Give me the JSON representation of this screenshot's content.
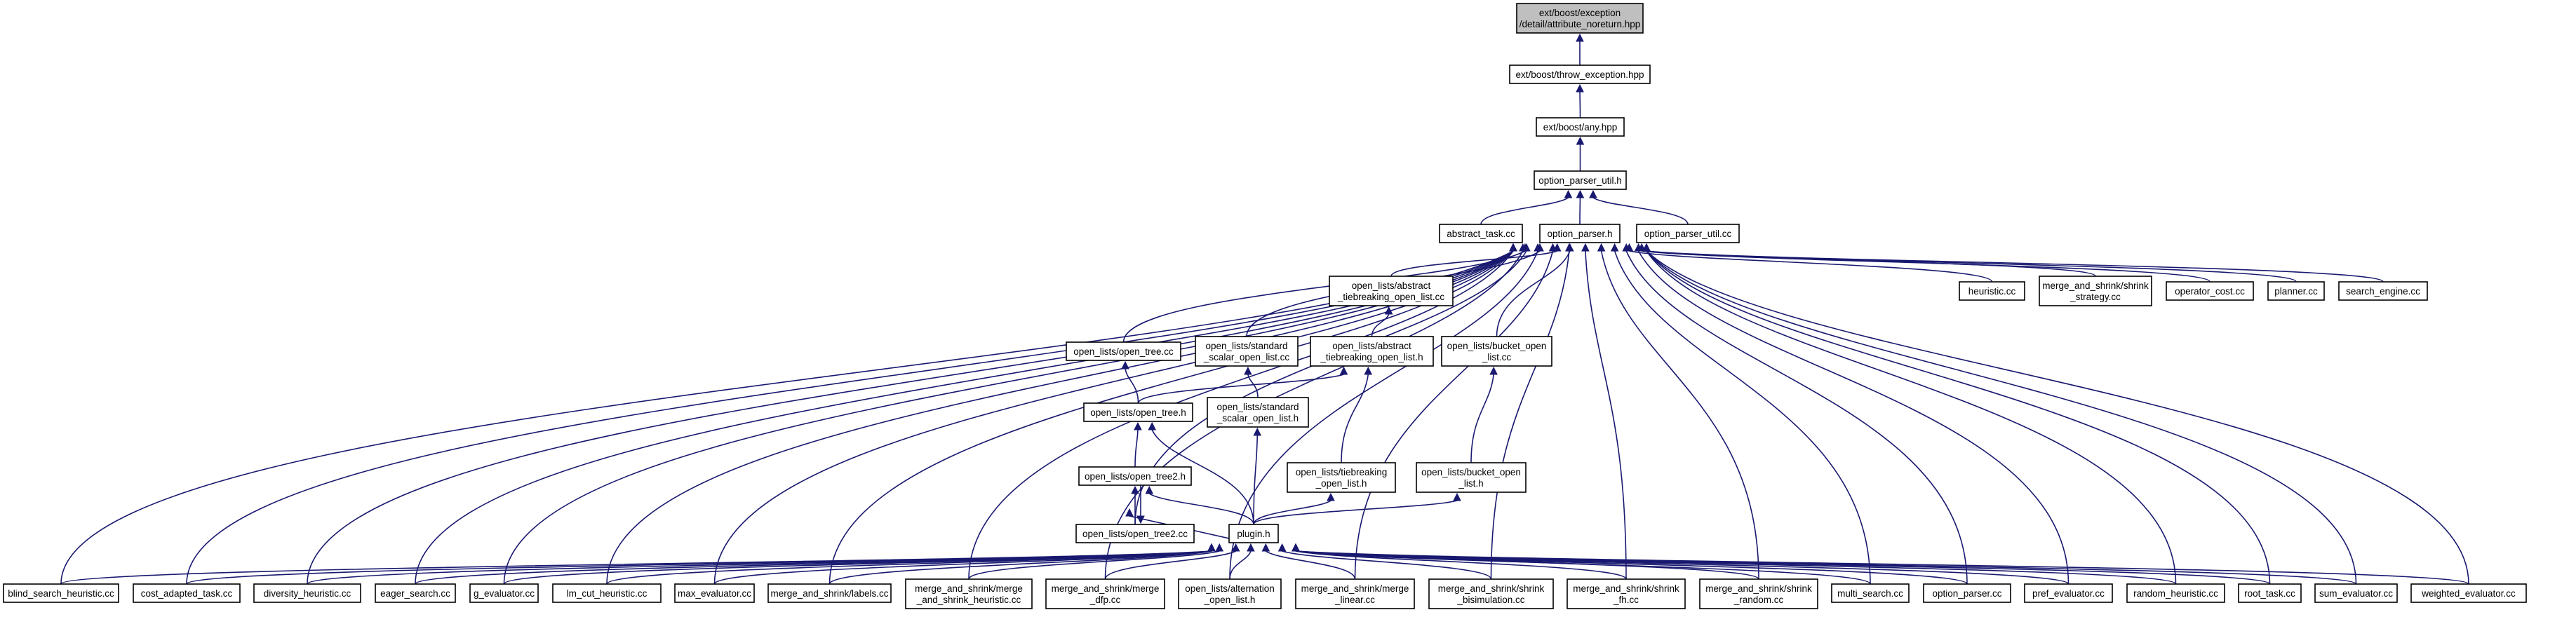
{
  "colors": {
    "edge": "#191970",
    "node_fill": "#ffffff",
    "root_fill": "#bfbfbf",
    "border": "#000000"
  },
  "nodes": [
    {
      "id": "attr",
      "lines": [
        "ext/boost/exception",
        "/detail/attribute_noreturn.hpp"
      ],
      "root": true
    },
    {
      "id": "throw",
      "lines": [
        "ext/boost/throw_exception.hpp"
      ]
    },
    {
      "id": "any",
      "lines": [
        "ext/boost/any.hpp"
      ]
    },
    {
      "id": "opu_h",
      "lines": [
        "option_parser_util.h"
      ]
    },
    {
      "id": "abstract_task",
      "lines": [
        "abstract_task.cc"
      ]
    },
    {
      "id": "opu_cc",
      "lines": [
        "option_parser_util.cc"
      ]
    },
    {
      "id": "op_h",
      "lines": [
        "option_parser.h"
      ]
    },
    {
      "id": "abs_tb_cc",
      "lines": [
        "open_lists/abstract",
        "_tiebreaking_open_list.cc"
      ]
    },
    {
      "id": "heuristic",
      "lines": [
        "heuristic.cc"
      ]
    },
    {
      "id": "ms_strategy",
      "lines": [
        "merge_and_shrink/shrink",
        "_strategy.cc"
      ]
    },
    {
      "id": "operator_cost",
      "lines": [
        "operator_cost.cc"
      ]
    },
    {
      "id": "planner",
      "lines": [
        "planner.cc"
      ]
    },
    {
      "id": "search_engine",
      "lines": [
        "search_engine.cc"
      ]
    },
    {
      "id": "tree_cc",
      "lines": [
        "open_lists/open_tree.cc"
      ]
    },
    {
      "id": "std_cc",
      "lines": [
        "open_lists/standard",
        "_scalar_open_list.cc"
      ]
    },
    {
      "id": "abs_tb_h",
      "lines": [
        "open_lists/abstract",
        "_tiebreaking_open_list.h"
      ]
    },
    {
      "id": "bucket_cc",
      "lines": [
        "open_lists/bucket_open",
        "_list.cc"
      ]
    },
    {
      "id": "tree_h",
      "lines": [
        "open_lists/open_tree.h"
      ]
    },
    {
      "id": "std_h",
      "lines": [
        "open_lists/standard",
        "_scalar_open_list.h"
      ]
    },
    {
      "id": "tree2_h",
      "lines": [
        "open_lists/open_tree2.h"
      ]
    },
    {
      "id": "tb_h",
      "lines": [
        "open_lists/tiebreaking",
        "_open_list.h"
      ]
    },
    {
      "id": "bucket_h",
      "lines": [
        "open_lists/bucket_open",
        "_list.h"
      ]
    },
    {
      "id": "tree2_cc",
      "lines": [
        "open_lists/open_tree2.cc"
      ]
    },
    {
      "id": "plugin",
      "lines": [
        "plugin.h"
      ]
    },
    {
      "id": "blind",
      "lines": [
        "blind_search_heuristic.cc"
      ]
    },
    {
      "id": "cost_adapted",
      "lines": [
        "cost_adapted_task.cc"
      ]
    },
    {
      "id": "diversity",
      "lines": [
        "diversity_heuristic.cc"
      ]
    },
    {
      "id": "eager",
      "lines": [
        "eager_search.cc"
      ]
    },
    {
      "id": "g_eval",
      "lines": [
        "g_evaluator.cc"
      ]
    },
    {
      "id": "lm_cut",
      "lines": [
        "lm_cut_heuristic.cc"
      ]
    },
    {
      "id": "max_eval",
      "lines": [
        "max_evaluator.cc"
      ]
    },
    {
      "id": "ms_labels",
      "lines": [
        "merge_and_shrink/labels.cc"
      ]
    },
    {
      "id": "ms_merge_h",
      "lines": [
        "merge_and_shrink/merge",
        "_and_shrink_heuristic.cc"
      ]
    },
    {
      "id": "ms_dfp",
      "lines": [
        "merge_and_shrink/merge",
        "_dfp.cc"
      ]
    },
    {
      "id": "alt",
      "lines": [
        "open_lists/alternation",
        "_open_list.h"
      ]
    },
    {
      "id": "ms_linear",
      "lines": [
        "merge_and_shrink/merge",
        "_linear.cc"
      ]
    },
    {
      "id": "ms_bisim",
      "lines": [
        "merge_and_shrink/shrink",
        "_bisimulation.cc"
      ]
    },
    {
      "id": "ms_fh",
      "lines": [
        "merge_and_shrink/shrink",
        "_fh.cc"
      ]
    },
    {
      "id": "ms_random",
      "lines": [
        "merge_and_shrink/shrink",
        "_random.cc"
      ]
    },
    {
      "id": "multi",
      "lines": [
        "multi_search.cc"
      ]
    },
    {
      "id": "op_cc",
      "lines": [
        "option_parser.cc"
      ]
    },
    {
      "id": "pref",
      "lines": [
        "pref_evaluator.cc"
      ]
    },
    {
      "id": "random_h",
      "lines": [
        "random_heuristic.cc"
      ]
    },
    {
      "id": "root_task",
      "lines": [
        "root_task.cc"
      ]
    },
    {
      "id": "sum_eval",
      "lines": [
        "sum_evaluator.cc"
      ]
    },
    {
      "id": "weighted",
      "lines": [
        "weighted_evaluator.cc"
      ]
    }
  ],
  "edges": [
    [
      "throw",
      "attr"
    ],
    [
      "any",
      "throw"
    ],
    [
      "opu_h",
      "any"
    ],
    [
      "abstract_task",
      "opu_h"
    ],
    [
      "op_h",
      "opu_h"
    ],
    [
      "opu_cc",
      "opu_h"
    ],
    [
      "abs_tb_cc",
      "op_h"
    ],
    [
      "heuristic",
      "op_h"
    ],
    [
      "ms_strategy",
      "op_h"
    ],
    [
      "operator_cost",
      "op_h"
    ],
    [
      "planner",
      "op_h"
    ],
    [
      "search_engine",
      "op_h"
    ],
    [
      "tree_cc",
      "op_h"
    ],
    [
      "std_cc",
      "op_h"
    ],
    [
      "bucket_cc",
      "op_h"
    ],
    [
      "tree2_cc",
      "op_h"
    ],
    [
      "blind",
      "op_h"
    ],
    [
      "cost_adapted",
      "op_h"
    ],
    [
      "diversity",
      "op_h"
    ],
    [
      "eager",
      "op_h"
    ],
    [
      "g_eval",
      "op_h"
    ],
    [
      "lm_cut",
      "op_h"
    ],
    [
      "max_eval",
      "op_h"
    ],
    [
      "ms_labels",
      "op_h"
    ],
    [
      "ms_merge_h",
      "op_h"
    ],
    [
      "ms_dfp",
      "op_h"
    ],
    [
      "alt",
      "op_h"
    ],
    [
      "ms_linear",
      "op_h"
    ],
    [
      "ms_bisim",
      "op_h"
    ],
    [
      "ms_fh",
      "op_h"
    ],
    [
      "ms_random",
      "op_h"
    ],
    [
      "multi",
      "op_h"
    ],
    [
      "op_cc",
      "op_h"
    ],
    [
      "pref",
      "op_h"
    ],
    [
      "random_h",
      "op_h"
    ],
    [
      "root_task",
      "op_h"
    ],
    [
      "sum_eval",
      "op_h"
    ],
    [
      "weighted",
      "op_h"
    ],
    [
      "abs_tb_h",
      "abs_tb_cc"
    ],
    [
      "tree_h",
      "tree_cc"
    ],
    [
      "std_h",
      "std_cc"
    ],
    [
      "tree_h",
      "abs_tb_h"
    ],
    [
      "tb_h",
      "abs_tb_h"
    ],
    [
      "bucket_h",
      "bucket_cc"
    ],
    [
      "tree2_h",
      "tree_h"
    ],
    [
      "plugin",
      "tree_h"
    ],
    [
      "plugin",
      "std_h"
    ],
    [
      "tree2_cc",
      "tree2_h"
    ],
    [
      "plugin",
      "tree2_h"
    ],
    [
      "tree2_h",
      "tree2_cc"
    ],
    [
      "plugin",
      "tb_h"
    ],
    [
      "plugin",
      "bucket_h"
    ],
    [
      "plugin",
      "tree2_cc"
    ],
    [
      "blind",
      "plugin"
    ],
    [
      "cost_adapted",
      "plugin"
    ],
    [
      "diversity",
      "plugin"
    ],
    [
      "eager",
      "plugin"
    ],
    [
      "g_eval",
      "plugin"
    ],
    [
      "lm_cut",
      "plugin"
    ],
    [
      "max_eval",
      "plugin"
    ],
    [
      "ms_labels",
      "plugin"
    ],
    [
      "ms_merge_h",
      "plugin"
    ],
    [
      "ms_dfp",
      "plugin"
    ],
    [
      "alt",
      "plugin"
    ],
    [
      "ms_linear",
      "plugin"
    ],
    [
      "ms_bisim",
      "plugin"
    ],
    [
      "ms_fh",
      "plugin"
    ],
    [
      "ms_random",
      "plugin"
    ],
    [
      "multi",
      "plugin"
    ],
    [
      "op_cc",
      "plugin"
    ],
    [
      "pref",
      "plugin"
    ],
    [
      "random_h",
      "plugin"
    ],
    [
      "root_task",
      "plugin"
    ],
    [
      "sum_eval",
      "plugin"
    ],
    [
      "weighted",
      "plugin"
    ]
  ]
}
